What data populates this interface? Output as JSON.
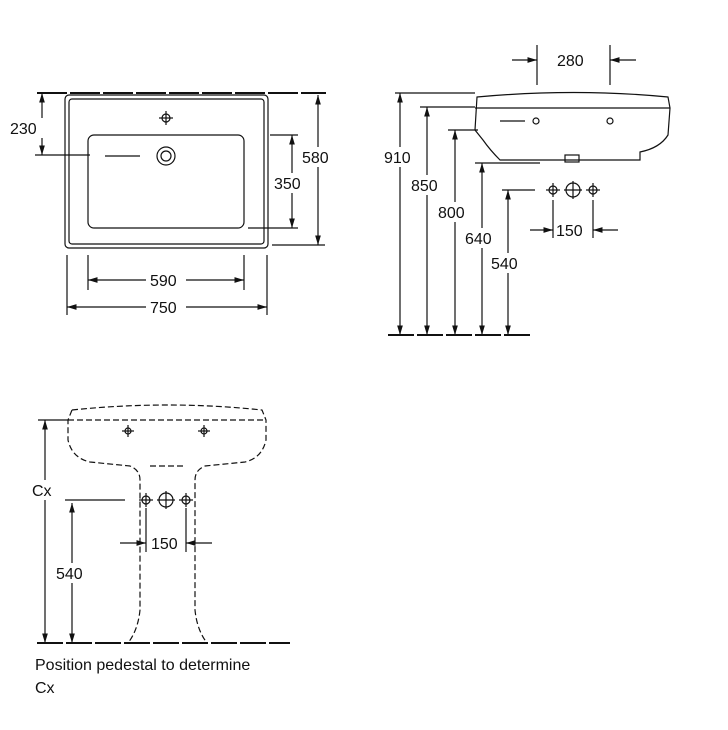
{
  "top_view": {
    "dim_230": "230",
    "dim_350": "350",
    "dim_580": "580",
    "dim_590": "590",
    "dim_750": "750"
  },
  "side_view": {
    "dim_280": "280",
    "dim_910": "910",
    "dim_850": "850",
    "dim_800": "800",
    "dim_640": "640",
    "dim_540": "540",
    "dim_150": "150"
  },
  "front_view": {
    "dim_cx": "Cx",
    "dim_540": "540",
    "dim_150": "150"
  },
  "note": {
    "line1": "Position pedestal to determine",
    "line2": "Cx"
  }
}
